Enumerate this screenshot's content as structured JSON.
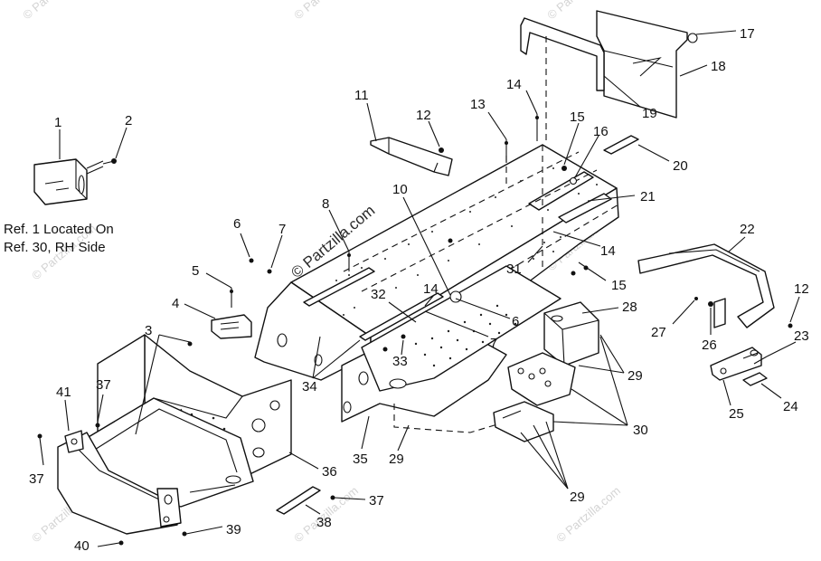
{
  "callouts": [
    "1",
    "2",
    "3",
    "4",
    "5",
    "6",
    "7",
    "8",
    "10",
    "11",
    "12",
    "13",
    "14",
    "15",
    "16",
    "17",
    "18",
    "19",
    "20",
    "21",
    "22",
    "23",
    "24",
    "25",
    "26",
    "27",
    "28",
    "29",
    "30",
    "31",
    "32",
    "33",
    "34",
    "35",
    "36",
    "37",
    "38",
    "39",
    "40",
    "41"
  ],
  "note": {
    "line1": "Ref. 1 Located On",
    "line2": "Ref. 30, RH Side"
  },
  "watermark": "© Partzilla.com",
  "colors": {
    "ink": "#111111",
    "paper": "#ffffff",
    "watermark": "#d4d4d4"
  }
}
